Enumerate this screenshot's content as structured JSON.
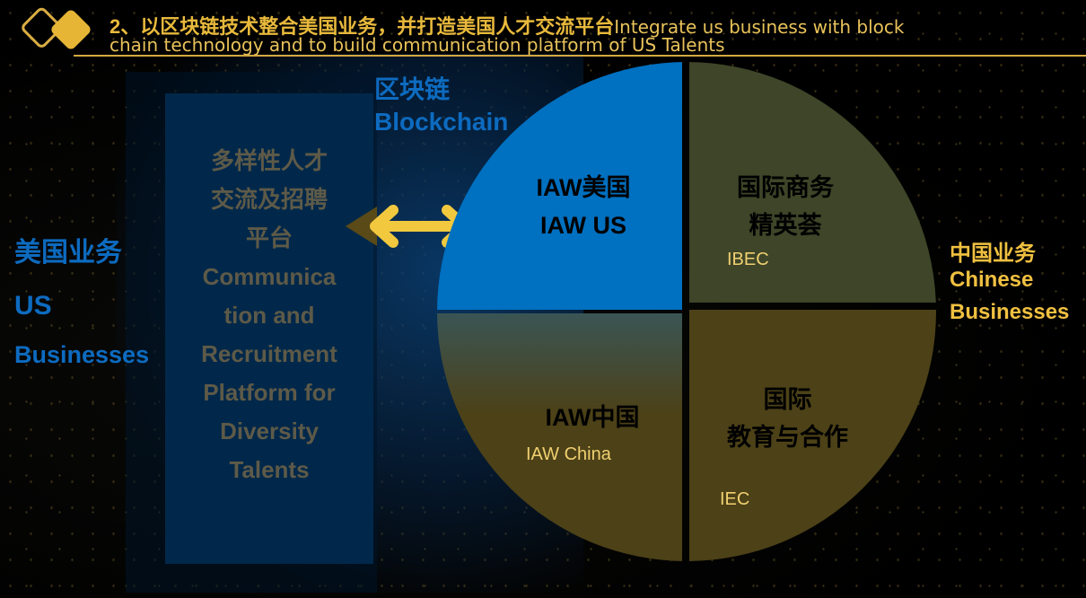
{
  "header": {
    "title_cn": "2、以区块链技术整合美国业务，并打造美国人才交流平台",
    "title_en_part1": "Integrate us business with block",
    "title_en_part2": "chain technology and to build communication platform of US Talents"
  },
  "platform": {
    "lines": [
      "多样性人才",
      "交流及招聘",
      "平台",
      "Communica",
      "tion and",
      "Recruitment",
      "Platform for",
      "Diversity",
      "Talents"
    ]
  },
  "blockchain": {
    "cn": "区块链",
    "en": "Blockchain"
  },
  "us_business": {
    "cn": "美国业务",
    "en1": "US",
    "en2": "Businesses"
  },
  "china_business": {
    "cn": "中国业务",
    "en1": "Chinese",
    "en2": "Businesses"
  },
  "quadrants": {
    "iaw_us": {
      "cn": "IAW美国",
      "en": "IAW US"
    },
    "ibec": {
      "cn1": "国际商务",
      "cn2": "精英荟",
      "en": "IBEC"
    },
    "iaw_china": {
      "cn": "IAW中国",
      "en": "IAW China"
    },
    "iec": {
      "cn1": "国际",
      "cn2": "教育与合作",
      "en": "IEC"
    }
  },
  "colors": {
    "blue": "#0070c0",
    "olive": "#4c4117",
    "gold": "#f0c040",
    "arrow": "#f2c93e"
  }
}
